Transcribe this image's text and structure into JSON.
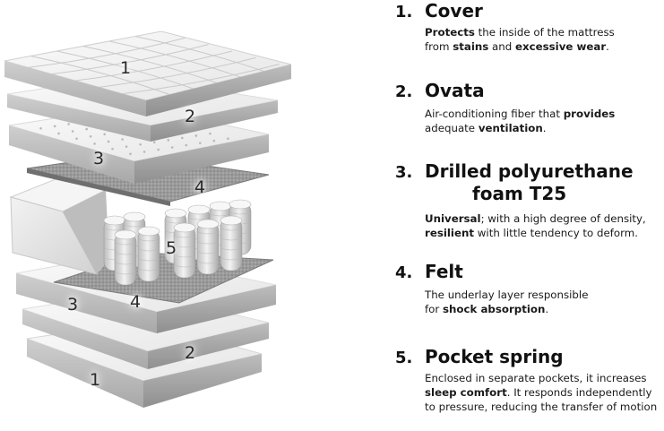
{
  "callouts": [
    {
      "n": "1"
    },
    {
      "n": "2"
    },
    {
      "n": "3"
    },
    {
      "n": "4"
    },
    {
      "n": "5"
    },
    {
      "n": "4"
    },
    {
      "n": "3"
    },
    {
      "n": "2"
    },
    {
      "n": "1"
    }
  ],
  "layers": [
    {
      "number": "1.",
      "title": "Cover",
      "desc": [
        [
          {
            "t": "Protects",
            "b": true
          },
          {
            "t": " the inside of the mattress"
          }
        ],
        [
          {
            "t": "from "
          },
          {
            "t": "stains",
            "b": true
          },
          {
            "t": " and "
          },
          {
            "t": "excessive wear",
            "b": true
          },
          {
            "t": "."
          }
        ]
      ]
    },
    {
      "number": "2.",
      "title": "Ovata",
      "desc": [
        [
          {
            "t": "Air-conditioning fiber that "
          },
          {
            "t": "provides",
            "b": true
          }
        ],
        [
          {
            "t": "adequate "
          },
          {
            "t": "ventilation",
            "b": true
          },
          {
            "t": "."
          }
        ]
      ]
    },
    {
      "number": "3.",
      "title": "Drilled polyurethane",
      "title2": "foam T25",
      "desc": [
        [
          {
            "t": "Universal",
            "b": true
          },
          {
            "t": "; with a high degree of density,"
          }
        ],
        [
          {
            "t": "resilient",
            "b": true
          },
          {
            "t": " with little tendency to deform."
          }
        ]
      ]
    },
    {
      "number": "4.",
      "title": "Felt",
      "desc": [
        [
          {
            "t": "The underlay layer responsible"
          }
        ],
        [
          {
            "t": "for "
          },
          {
            "t": "shock absorption",
            "b": true
          },
          {
            "t": "."
          }
        ]
      ]
    },
    {
      "number": "5.",
      "title": "Pocket spring",
      "desc": [
        [
          {
            "t": "Enclosed in separate pockets, it increases"
          }
        ],
        [
          {
            "t": "sleep comfort",
            "b": true
          },
          {
            "t": ". It responds independently"
          }
        ],
        [
          {
            "t": "to pressure, reducing the transfer of motion"
          }
        ]
      ]
    }
  ]
}
